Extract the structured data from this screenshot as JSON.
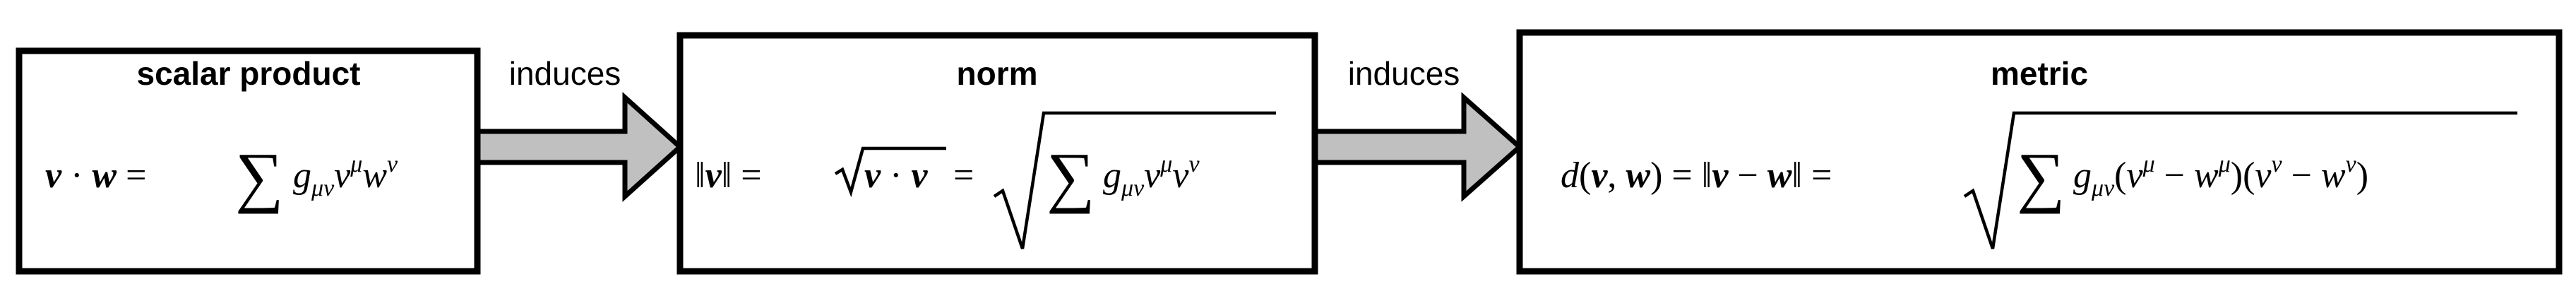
{
  "nodes": {
    "scalar_product": {
      "title": "scalar product",
      "formula": "v · w = ∑ g_{μν} v^μ w^ν"
    },
    "norm": {
      "title": "norm",
      "formula": "‖v‖ = √(v · v) = √(∑ g_{μν} v^μ v^ν)"
    },
    "metric": {
      "title": "metric",
      "formula": "d(v, w) = ‖v − w‖ = √(∑ g_{μν} (v^μ − w^μ)(v^ν − w^ν))"
    }
  },
  "edges": [
    {
      "from": "scalar product",
      "to": "norm",
      "label": "induces"
    },
    {
      "from": "norm",
      "to": "metric",
      "label": "induces"
    }
  ],
  "colors": {
    "arrow_fill": "#c0c0c0",
    "stroke": "#000000",
    "background": "#ffffff"
  }
}
